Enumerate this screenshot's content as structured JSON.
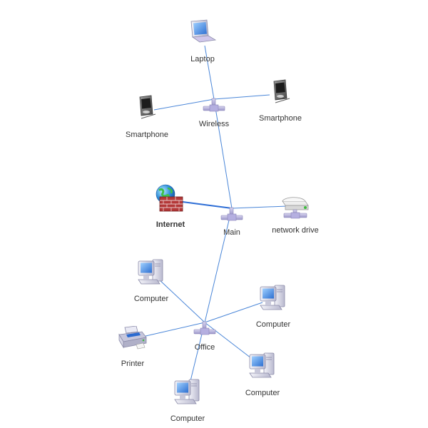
{
  "diagram": {
    "nodes": {
      "laptop": {
        "label": "Laptop",
        "icon": "laptop-icon"
      },
      "smartphone_left": {
        "label": "Smartphone",
        "icon": "smartphone-icon"
      },
      "smartphone_right": {
        "label": "Smartphone",
        "icon": "smartphone-icon"
      },
      "wireless": {
        "label": "Wireless",
        "icon": "network-hub-icon"
      },
      "internet": {
        "label": "Internet",
        "icon": "internet-firewall-icon"
      },
      "main": {
        "label": "Main",
        "icon": "network-hub-icon"
      },
      "network_drive": {
        "label": "network drive",
        "icon": "network-drive-icon"
      },
      "computer_1": {
        "label": "Computer",
        "icon": "computer-icon"
      },
      "computer_2": {
        "label": "Computer",
        "icon": "computer-icon"
      },
      "computer_3": {
        "label": "Computer",
        "icon": "computer-icon"
      },
      "computer_4": {
        "label": "Computer",
        "icon": "computer-icon"
      },
      "printer": {
        "label": "Printer",
        "icon": "printer-icon"
      },
      "office": {
        "label": "Office",
        "icon": "network-hub-icon"
      }
    },
    "edges": [
      [
        "laptop",
        "wireless"
      ],
      [
        "smartphone_left",
        "wireless"
      ],
      [
        "smartphone_right",
        "wireless"
      ],
      [
        "wireless",
        "main"
      ],
      [
        "internet",
        "main"
      ],
      [
        "main",
        "network_drive"
      ],
      [
        "main",
        "office"
      ],
      [
        "computer_1",
        "office"
      ],
      [
        "computer_2",
        "office"
      ],
      [
        "computer_3",
        "office"
      ],
      [
        "computer_4",
        "office"
      ],
      [
        "printer",
        "office"
      ]
    ],
    "colors": {
      "edge": "#4a86d8",
      "internet_edge": "#2f6fd6",
      "label": "#333333"
    }
  }
}
